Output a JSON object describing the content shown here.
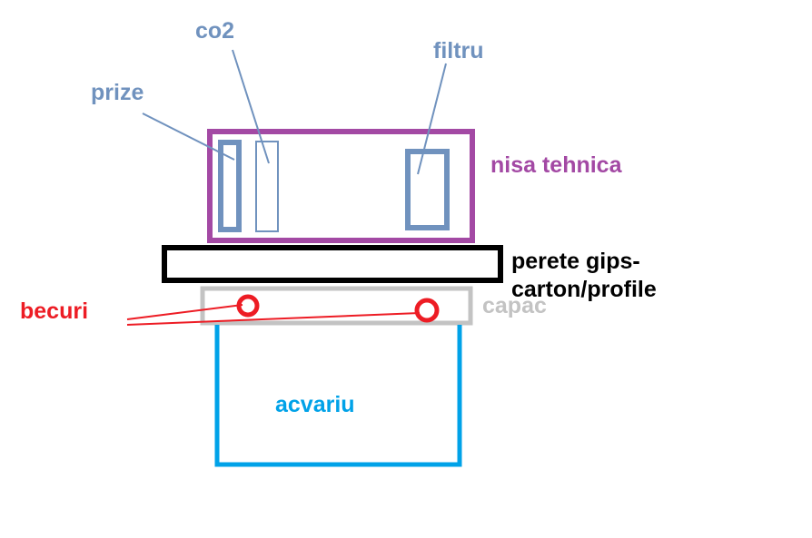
{
  "labels": {
    "co2": "co2",
    "filtru": "filtru",
    "prize": "prize",
    "nisa": "nisa tehnica",
    "perete_line1": "perete gips-",
    "perete_line2": "carton/profile",
    "becuri": "becuri",
    "capac": "capac",
    "acvariu": "acvariu"
  },
  "colors": {
    "steel_blue": "#7092be",
    "purple": "#a349a4",
    "black": "#000000",
    "red": "#ed1c24",
    "gray": "#c3c3c3",
    "aqua": "#00a2e8"
  }
}
